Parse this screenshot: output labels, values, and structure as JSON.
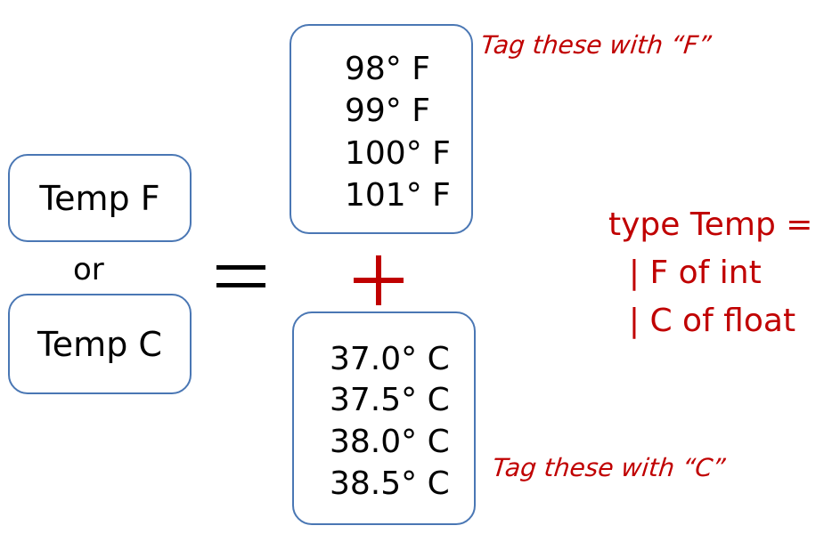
{
  "left": {
    "temp_f": "Temp F",
    "or": "or",
    "temp_c": "Temp C"
  },
  "operators": {
    "equals": "=",
    "plus": "+"
  },
  "f_values": [
    "98° F",
    "99° F",
    "100° F",
    "101° F"
  ],
  "c_values": [
    "37.0° C",
    "37.5° C",
    "38.0° C",
    "38.5° C"
  ],
  "notes": {
    "f": "Tag these with “F”",
    "c": "Tag these with “C”"
  },
  "type_definition": {
    "line1": "type Temp =",
    "line2": "  | F of int",
    "line3": "  | C of float"
  },
  "colors": {
    "box_border": "#4a77b4",
    "accent": "#c00000",
    "text": "#000000"
  }
}
